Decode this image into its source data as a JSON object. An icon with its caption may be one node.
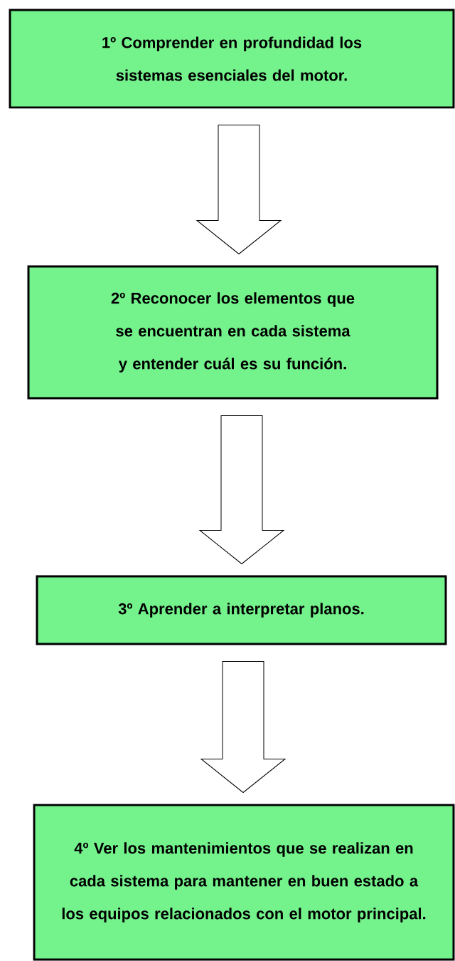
{
  "diagram": {
    "nodes": [
      {
        "text": [
          "1º Comprender en profundidad los sistemas esenciales del motor."
        ]
      },
      {
        "text": [
          "2º Reconocer los elementos que se encuentran en cada sistema y entender cuál es su función."
        ]
      },
      {
        "text": [
          "3º Aprender a interpretar planos."
        ]
      },
      {
        "text": [
          "4º Ver los mantenimientos que se realizan en cada sistema para mantener en buen estado a los equipos relacionados con el motor principal."
        ]
      }
    ],
    "edges": [
      {
        "from": 0,
        "to": 1,
        "arrow": "to"
      },
      {
        "from": 1,
        "to": 2,
        "arrow": "to"
      },
      {
        "from": 2,
        "to": 3,
        "arrow": "to"
      }
    ]
  }
}
